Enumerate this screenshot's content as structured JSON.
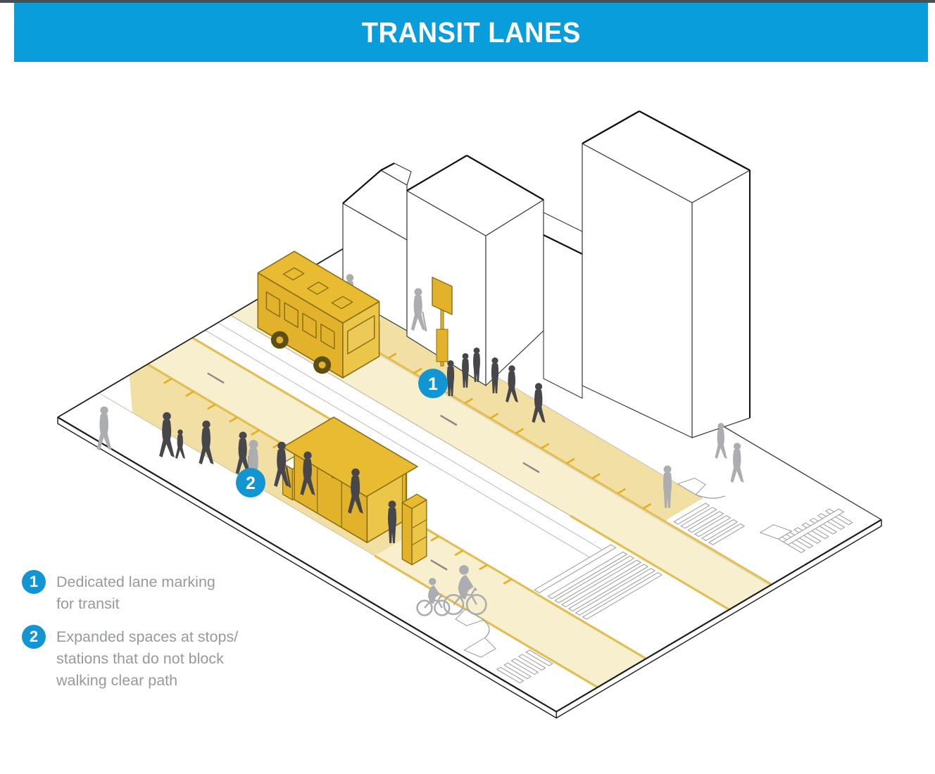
{
  "header": {
    "title": "TRANSIT LANES"
  },
  "callouts": [
    {
      "number": "1",
      "label": "Dedicated lane marking for transit"
    },
    {
      "number": "2",
      "label": "Expanded spaces at stops/stations that do not block walking clear path"
    }
  ],
  "legend": {
    "items": [
      {
        "number": "1",
        "lines": [
          "Dedicated lane marking",
          "for transit"
        ]
      },
      {
        "number": "2",
        "lines": [
          "Expanded spaces at stops/",
          "stations that do not block",
          "walking clear path"
        ]
      }
    ]
  },
  "scene": {
    "icons": [
      "bus-icon",
      "bus-shelter-icon",
      "kiosk-icon",
      "trash-can-icon",
      "transit-sign-icon",
      "pedestrian-icon",
      "cyclist-icon",
      "building-icon",
      "crosswalk-icon",
      "transit-lane",
      "ground-plane"
    ],
    "colors": {
      "accent": "#1295d3",
      "header_bar": "#0a9ddb",
      "top_strip": "#4a4f55",
      "lane_cream": "#f8efce",
      "stop_tint": "#f1dfa4",
      "stripe_yellow": "#e2bf55",
      "tick_yellow": "#e5ae1e",
      "gold": "#e2b32a",
      "gold_light": "#ecc648",
      "gold_dark": "#8a6f15",
      "silhouette_dark": "#47474b",
      "silhouette_gray": "#abadb0",
      "line_gray": "#9a9a9a",
      "edge_dark": "#1c1c1c",
      "legend_text": "#97999b"
    }
  }
}
